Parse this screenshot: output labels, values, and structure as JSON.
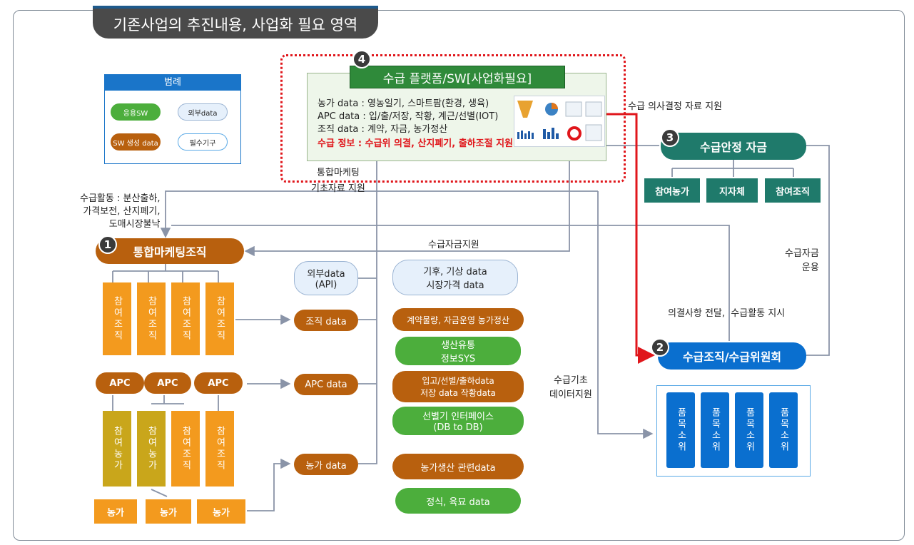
{
  "header": {
    "title": "기존사업의 추진내용, 사업화 필요 영역"
  },
  "legend": {
    "title": "범례",
    "items": [
      "응용SW",
      "외부data",
      "SW 생성 data",
      "필수기구"
    ]
  },
  "platform": {
    "number": "4",
    "title": "수급 플랫폼/SW[사업화필요]",
    "lines": [
      "농가 data : 영농일기, 스마트팜(환경, 생육)",
      "APC data : 입/출/저장, 작황, 계근/선별(IOT)",
      "조직 data : 계약, 자금, 농가정산",
      "수급 정보 : 수급위 의결, 산지폐기, 출하조절 지원"
    ]
  },
  "fund": {
    "number": "3",
    "title": "수급안정 자금",
    "members": [
      "참여농가",
      "지자체",
      "참여조직"
    ]
  },
  "committee": {
    "number": "2",
    "title": "수급조직/수급위원회",
    "items": [
      "품목소위",
      "품목소위",
      "품목소위",
      "품목소위"
    ]
  },
  "marketing": {
    "number": "1",
    "title": "통합마케팅조직",
    "orgs": [
      "참여조직",
      "참여조직",
      "참여조직",
      "참여조직"
    ],
    "apc": [
      "APC",
      "APC",
      "APC"
    ],
    "lower": [
      "참여농가",
      "참여농가",
      "참여조직",
      "참여조직"
    ],
    "farms": [
      "농가",
      "농가",
      "농가"
    ]
  },
  "data_nodes": {
    "external": "외부data\n(API)",
    "org": "조직 data",
    "apc": "APC data",
    "farm": "농가 data"
  },
  "right_column": {
    "weather": "기후, 기상 data\n시장가격 data",
    "items": [
      "계약물량, 자금운영 농가정산",
      "생산유통\n정보SYS",
      "입고/선별/출하data\n저장 data 작황data",
      "선별기 인터페이스\n(DB to DB)",
      "농가생산 관련data",
      "정식, 육묘 data"
    ]
  },
  "annotations": {
    "decision_support": "수급 의사결정 자료 지원",
    "marketing_support": "통합마케팅\n기초자료 지원",
    "supply_activity": "수급활동 : 분산출하,\n가격보전, 산지폐기,\n도매시장불낙",
    "fund_support": "수급자금지원",
    "fund_operation": "수급자금\n운용",
    "resolution": "의결사항 전달,  수급활동 지시",
    "basic_data": "수급기초\n데이터지원"
  },
  "colors": {
    "brown": "#b8600e",
    "orange": "#f39a1e",
    "yellow": "#c9a61b",
    "green": "#4cae3c",
    "teal": "#1f7a6b",
    "blue": "#0a6fcf",
    "red": "#e0161b"
  }
}
